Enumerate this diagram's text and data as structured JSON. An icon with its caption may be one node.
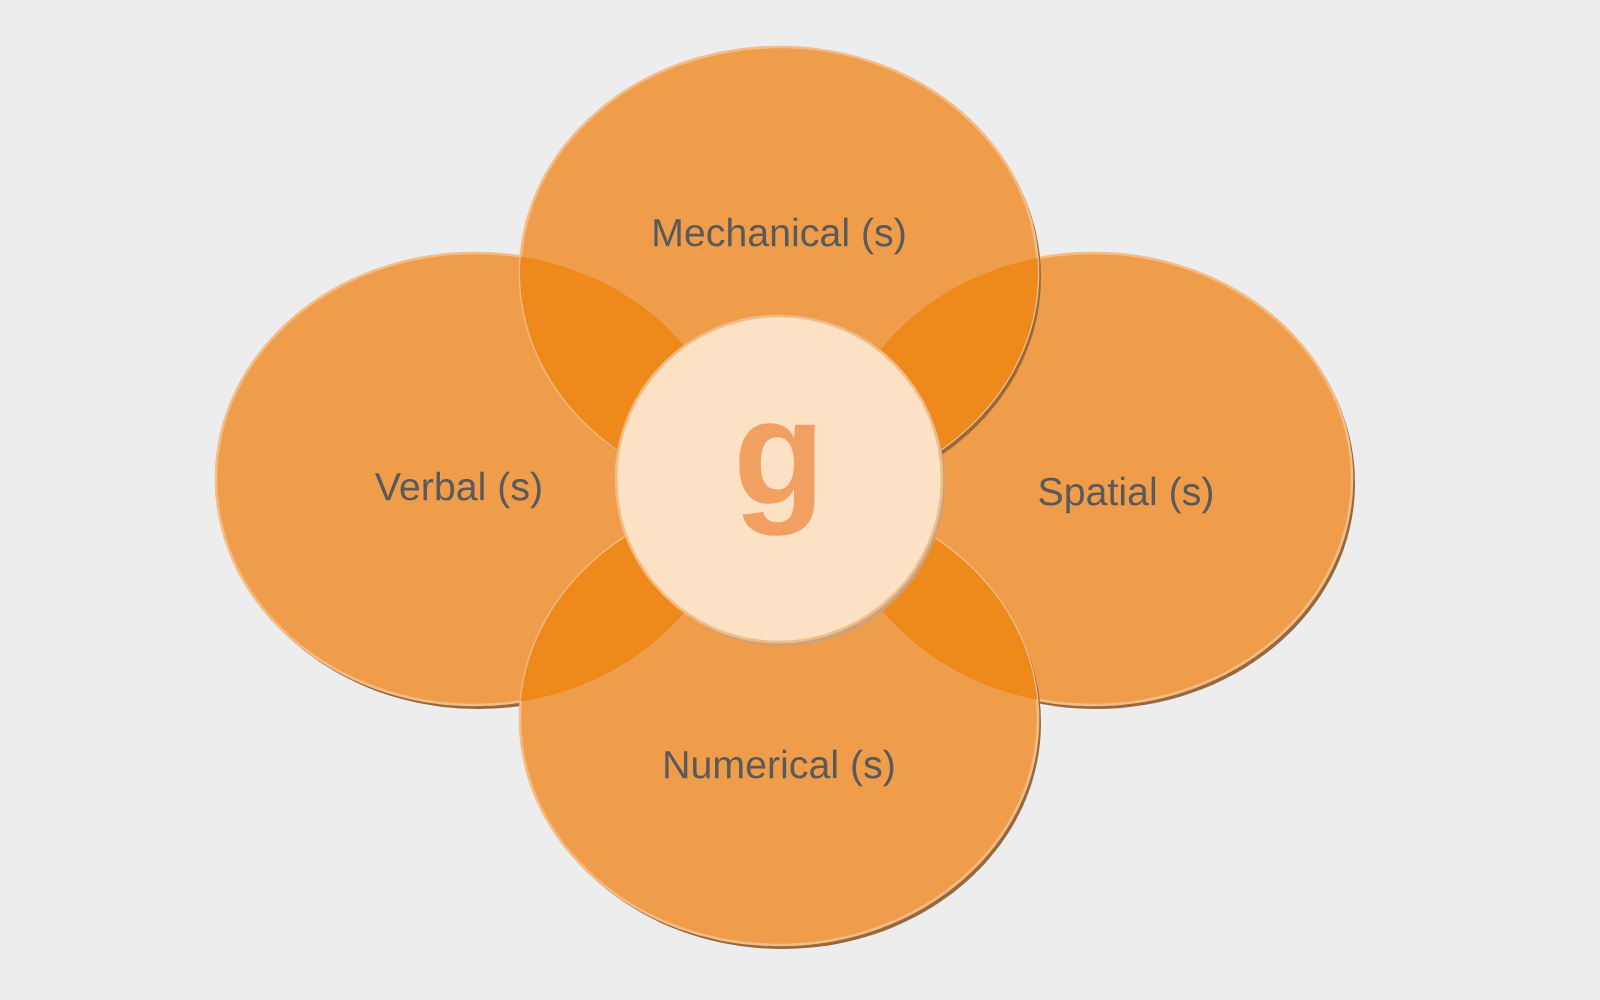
{
  "diagram": {
    "nodes": [
      {
        "text": [
          "Mechanical (s)"
        ]
      },
      {
        "text": [
          "Verbal (s)"
        ]
      },
      {
        "text": [
          "g"
        ]
      },
      {
        "text": [
          "Spatial (s)"
        ]
      },
      {
        "text": [
          "Numerical (s)"
        ]
      }
    ]
  }
}
